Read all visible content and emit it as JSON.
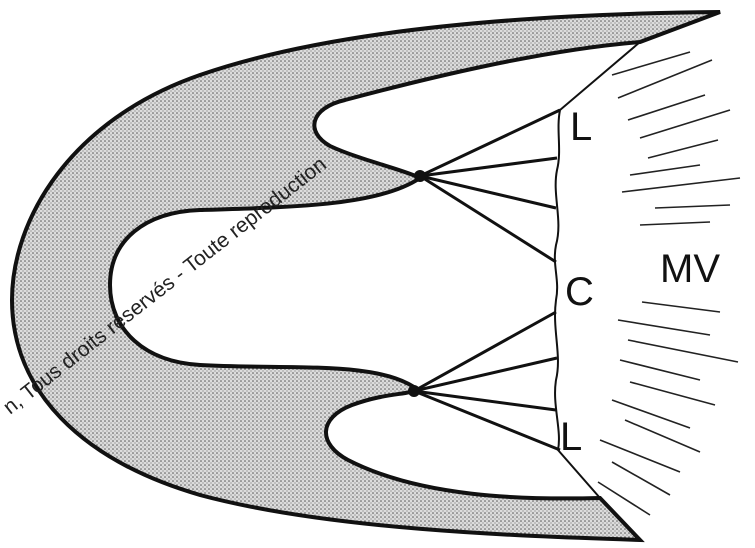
{
  "labels": {
    "leaflet_top": "L",
    "commissure": "C",
    "leaflet_bottom": "L",
    "mitral_valve": "MV"
  },
  "watermark": {
    "main": "n, Tous droits réservés - Toute reproduction"
  },
  "colors": {
    "ink": "#111111",
    "stipple": "#d9d9d9",
    "background": "#ffffff"
  }
}
